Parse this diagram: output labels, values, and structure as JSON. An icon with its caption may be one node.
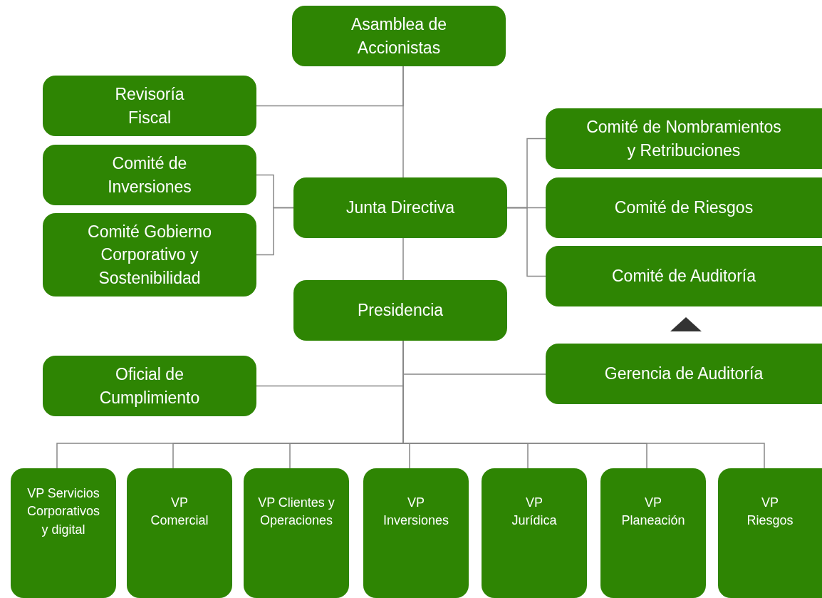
{
  "diagram": {
    "nodes": [
      {
        "text": [
          "Asamblea de Accionistas"
        ]
      },
      {
        "text": [
          "Revisoría Fiscal"
        ]
      },
      {
        "text": [
          "Comité de Inversiones"
        ]
      },
      {
        "text": [
          "Comité Gobierno Corporativo y Sostenibilidad"
        ]
      },
      {
        "text": [
          "Junta Directiva"
        ]
      },
      {
        "text": [
          "Comité de Nombramientos y Retribuciones"
        ]
      },
      {
        "text": [
          "Comité de Riesgos"
        ]
      },
      {
        "text": [
          "Comité de Auditoría"
        ]
      },
      {
        "text": [
          "Presidencia"
        ]
      },
      {
        "text": [
          "Oficial de Cumplimiento"
        ]
      },
      {
        "text": [
          "Gerencia de Auditoría"
        ]
      },
      {
        "text": [
          "VP Servicios Corporativos y digital"
        ]
      },
      {
        "text": [
          "VP Comercial"
        ]
      },
      {
        "text": [
          "VP Clientes y Operaciones"
        ]
      },
      {
        "text": [
          "VP Inversiones"
        ]
      },
      {
        "text": [
          "VP Jurídica"
        ]
      },
      {
        "text": [
          "VP Planeación"
        ]
      },
      {
        "text": [
          "VP Riesgos"
        ]
      }
    ],
    "edges": [
      {
        "from": 0,
        "to": 4,
        "arrow": "none"
      },
      {
        "from": 0,
        "to": 1,
        "arrow": "none"
      },
      {
        "from": 4,
        "to": 2,
        "arrow": "none"
      },
      {
        "from": 4,
        "to": 3,
        "arrow": "none"
      },
      {
        "from": 4,
        "to": 5,
        "arrow": "none"
      },
      {
        "from": 4,
        "to": 6,
        "arrow": "none"
      },
      {
        "from": 4,
        "to": 7,
        "arrow": "none"
      },
      {
        "from": 4,
        "to": 8,
        "arrow": "none"
      },
      {
        "from": 8,
        "to": 9,
        "arrow": "none"
      },
      {
        "from": 8,
        "to": 10,
        "arrow": "none"
      },
      {
        "from": 8,
        "to": 11,
        "arrow": "none"
      },
      {
        "from": 8,
        "to": 12,
        "arrow": "none"
      },
      {
        "from": 8,
        "to": 13,
        "arrow": "none"
      },
      {
        "from": 8,
        "to": 14,
        "arrow": "none"
      },
      {
        "from": 8,
        "to": 15,
        "arrow": "none"
      },
      {
        "from": 8,
        "to": 16,
        "arrow": "none"
      },
      {
        "from": 8,
        "to": 17,
        "arrow": "none"
      },
      {
        "from": 10,
        "to": 7,
        "arrow": "to"
      }
    ]
  }
}
